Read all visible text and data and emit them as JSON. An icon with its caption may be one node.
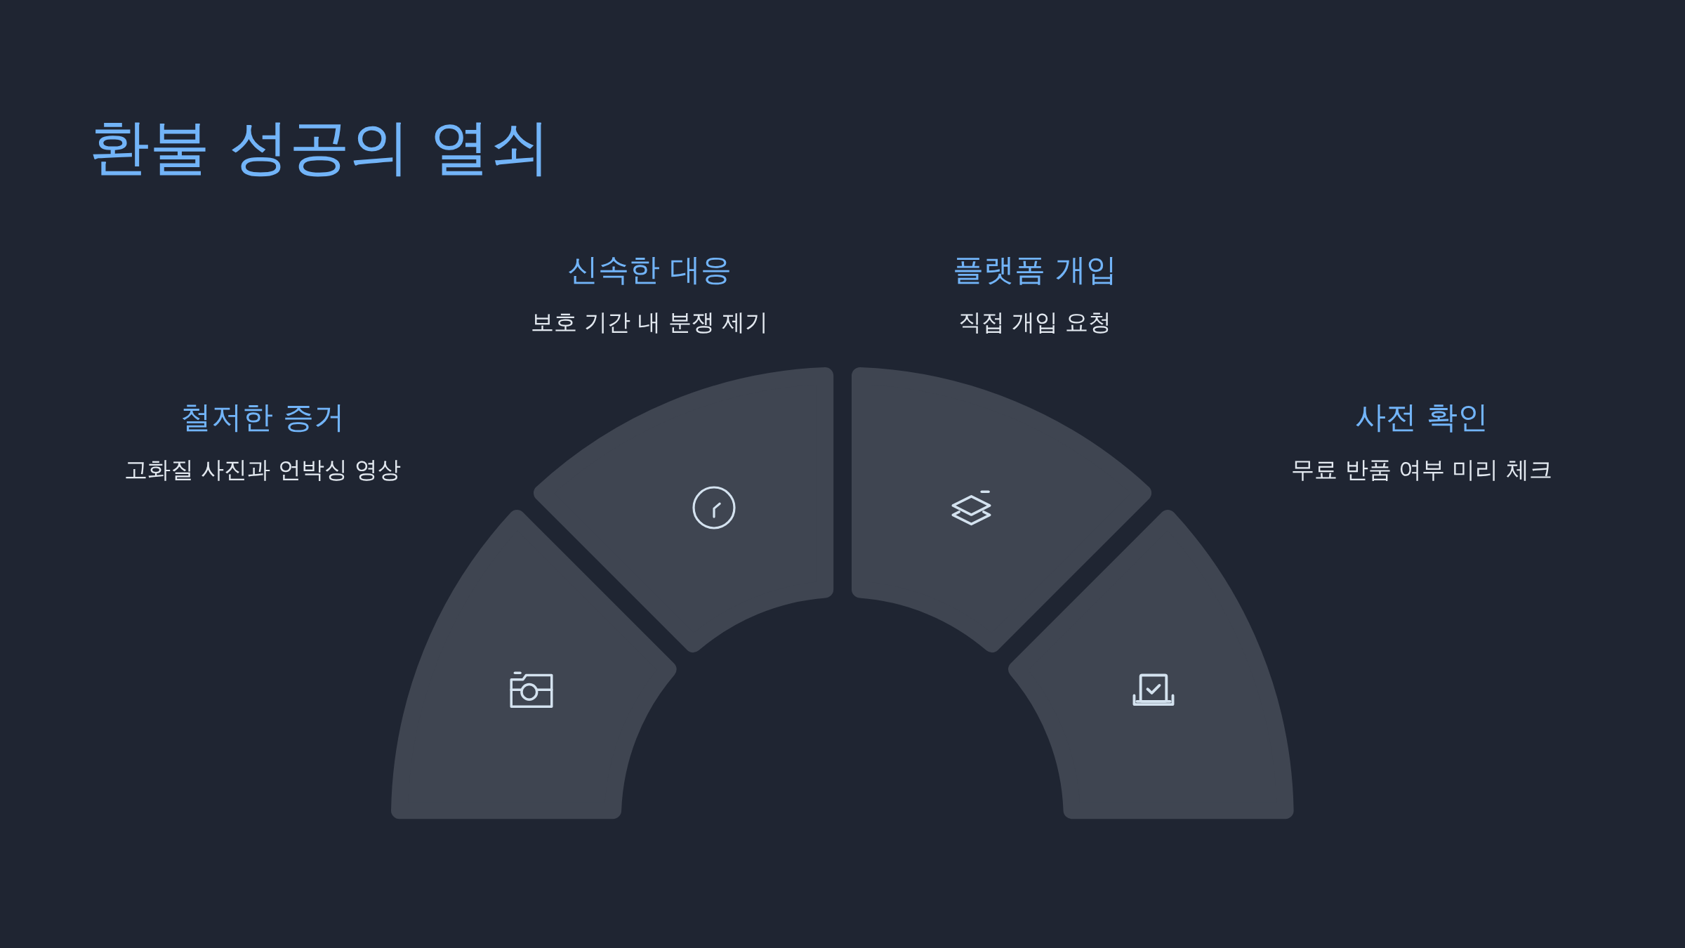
{
  "diagram": {
    "title": "환불 성공의 열쇠",
    "nodes": [
      {
        "text": [],
        "shape": "sector",
        "beside": [
          "철저한 증거",
          "고화질 사진과 언박싱 영상"
        ]
      },
      {
        "text": [],
        "shape": "sector",
        "beside": [
          "신속한 대응",
          "보호 기간 내 분쟁 제기"
        ]
      },
      {
        "text": [],
        "shape": "sector",
        "beside": [
          "플랫폼 개입",
          "직접 개입 요청"
        ]
      },
      {
        "text": [],
        "shape": "sector",
        "beside": [
          "사전 확인",
          "무료 반품 여부 미리 체크"
        ]
      }
    ]
  }
}
